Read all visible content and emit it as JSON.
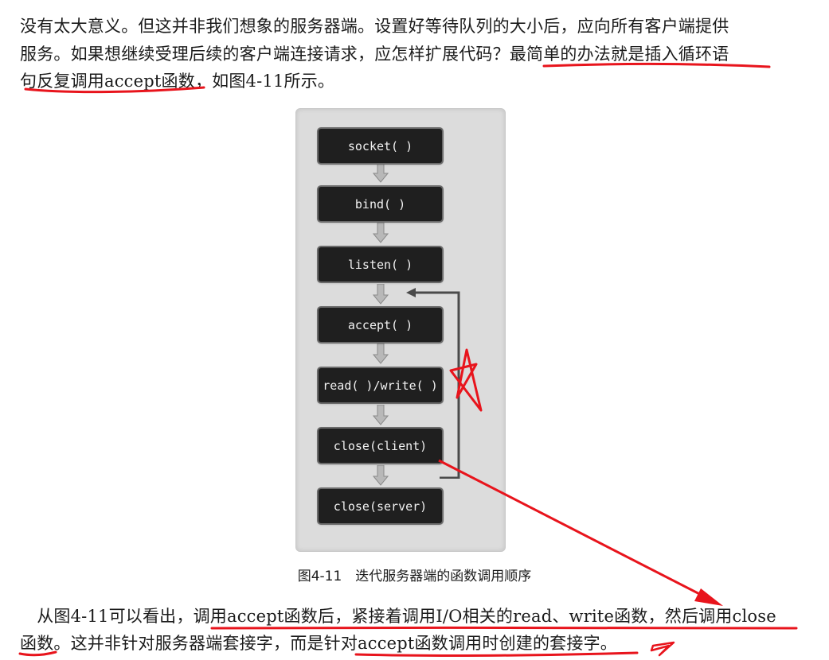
{
  "paragraph1": {
    "line1": "没有太大意义。但这并非我们想象的服务器端。设置好等待队列的大小后，应向所有客户端提供",
    "line2_a": "服务。如果想继续受理后续的客户端连接请求，应怎样扩展代码？",
    "line2_b": "最简单的办法就是插入循环语",
    "line3_a": "句反复调用accept函数",
    "line3_b": "，如图4-11所示。"
  },
  "figure": {
    "nodes": [
      "socket( )",
      "bind( )",
      "listen( )",
      "accept( )",
      "read( )/write( )",
      "close(client)",
      "close(server)"
    ],
    "caption": "图4-11　迭代服务器端的函数调用顺序"
  },
  "paragraph2": {
    "line1_a": "　从图4-11可以看出，",
    "line1_b": "调用accept函数后，紧接着调用I/O相关的read、write函数，然后调用close",
    "line2_a": "函数",
    "line2_b": "。这并非针对服务器端套接字，而是针",
    "line2_c": "对accept函数调用时创建的套接字",
    "line2_d": "。"
  },
  "colors": {
    "annotation": "#e8141c",
    "node_bg": "#1f1f1f",
    "figure_bg": "#dcdcdc"
  }
}
